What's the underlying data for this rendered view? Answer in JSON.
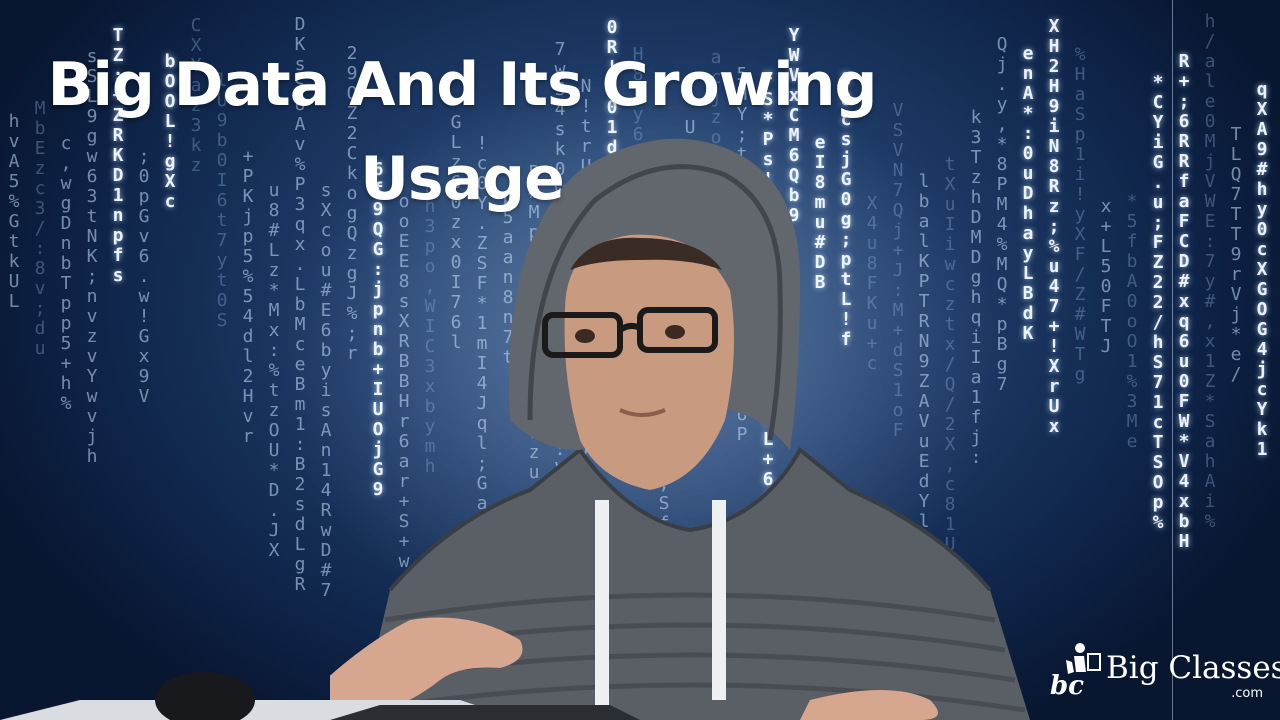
{
  "title": "Big Data And Its Growing Usage",
  "brand": {
    "name": "Big Classes",
    "domain": ".com",
    "logo_icon": "bigclasses-logo-icon"
  },
  "colors": {
    "title": "#ffffff",
    "background": "#1d3a66",
    "code_rain": "#c8e1ff"
  }
}
